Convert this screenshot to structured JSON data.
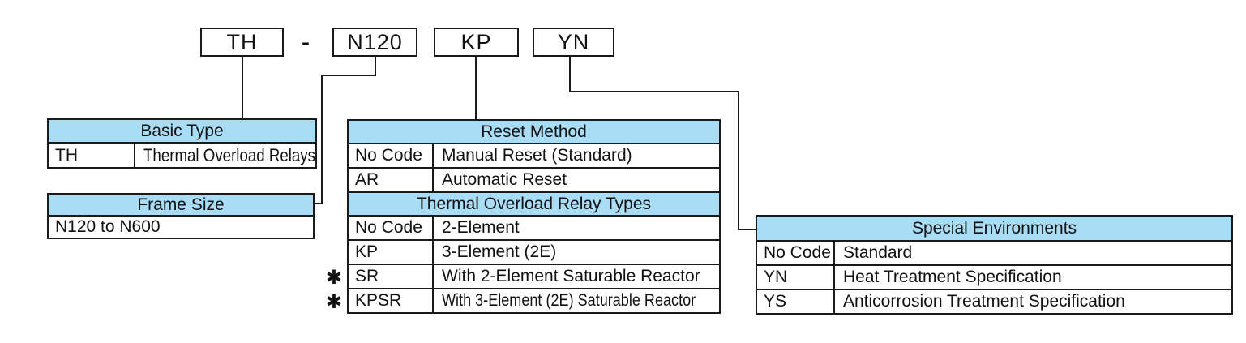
{
  "model_code": {
    "basic_type": "TH",
    "separator": "-",
    "frame_size": "N120",
    "relay_type": "KP",
    "environment": "YN"
  },
  "annotations": {
    "asterisk": "✱"
  },
  "tables": {
    "basic_type": {
      "title": "Basic Type",
      "rows": [
        {
          "code": "TH",
          "desc": "Thermal Overload Relays"
        }
      ]
    },
    "frame_size": {
      "title": "Frame Size",
      "rows": [
        {
          "desc": "N120 to N600"
        }
      ]
    },
    "reset_method": {
      "title": "Reset Method",
      "rows": [
        {
          "code": "No Code",
          "desc": "Manual Reset (Standard)"
        },
        {
          "code": "AR",
          "desc": "Automatic Reset"
        }
      ]
    },
    "relay_types": {
      "title": "Thermal Overload Relay Types",
      "rows": [
        {
          "code": "No Code",
          "desc": "2-Element",
          "marked": false
        },
        {
          "code": "KP",
          "desc": "3-Element (2E)",
          "marked": false
        },
        {
          "code": "SR",
          "desc": "With 2-Element Saturable Reactor",
          "marked": true
        },
        {
          "code": "KPSR",
          "desc": "With 3-Element (2E) Saturable Reactor",
          "marked": true
        }
      ]
    },
    "special_environments": {
      "title": "Special Environments",
      "rows": [
        {
          "code": "No Code",
          "desc": "Standard"
        },
        {
          "code": "YN",
          "desc": "Heat Treatment Specification"
        },
        {
          "code": "YS",
          "desc": "Anticorrosion Treatment Specification"
        }
      ]
    }
  },
  "colors": {
    "header_bg": "#a9dcf5",
    "line": "#1a1a1a",
    "background": "#ffffff"
  }
}
